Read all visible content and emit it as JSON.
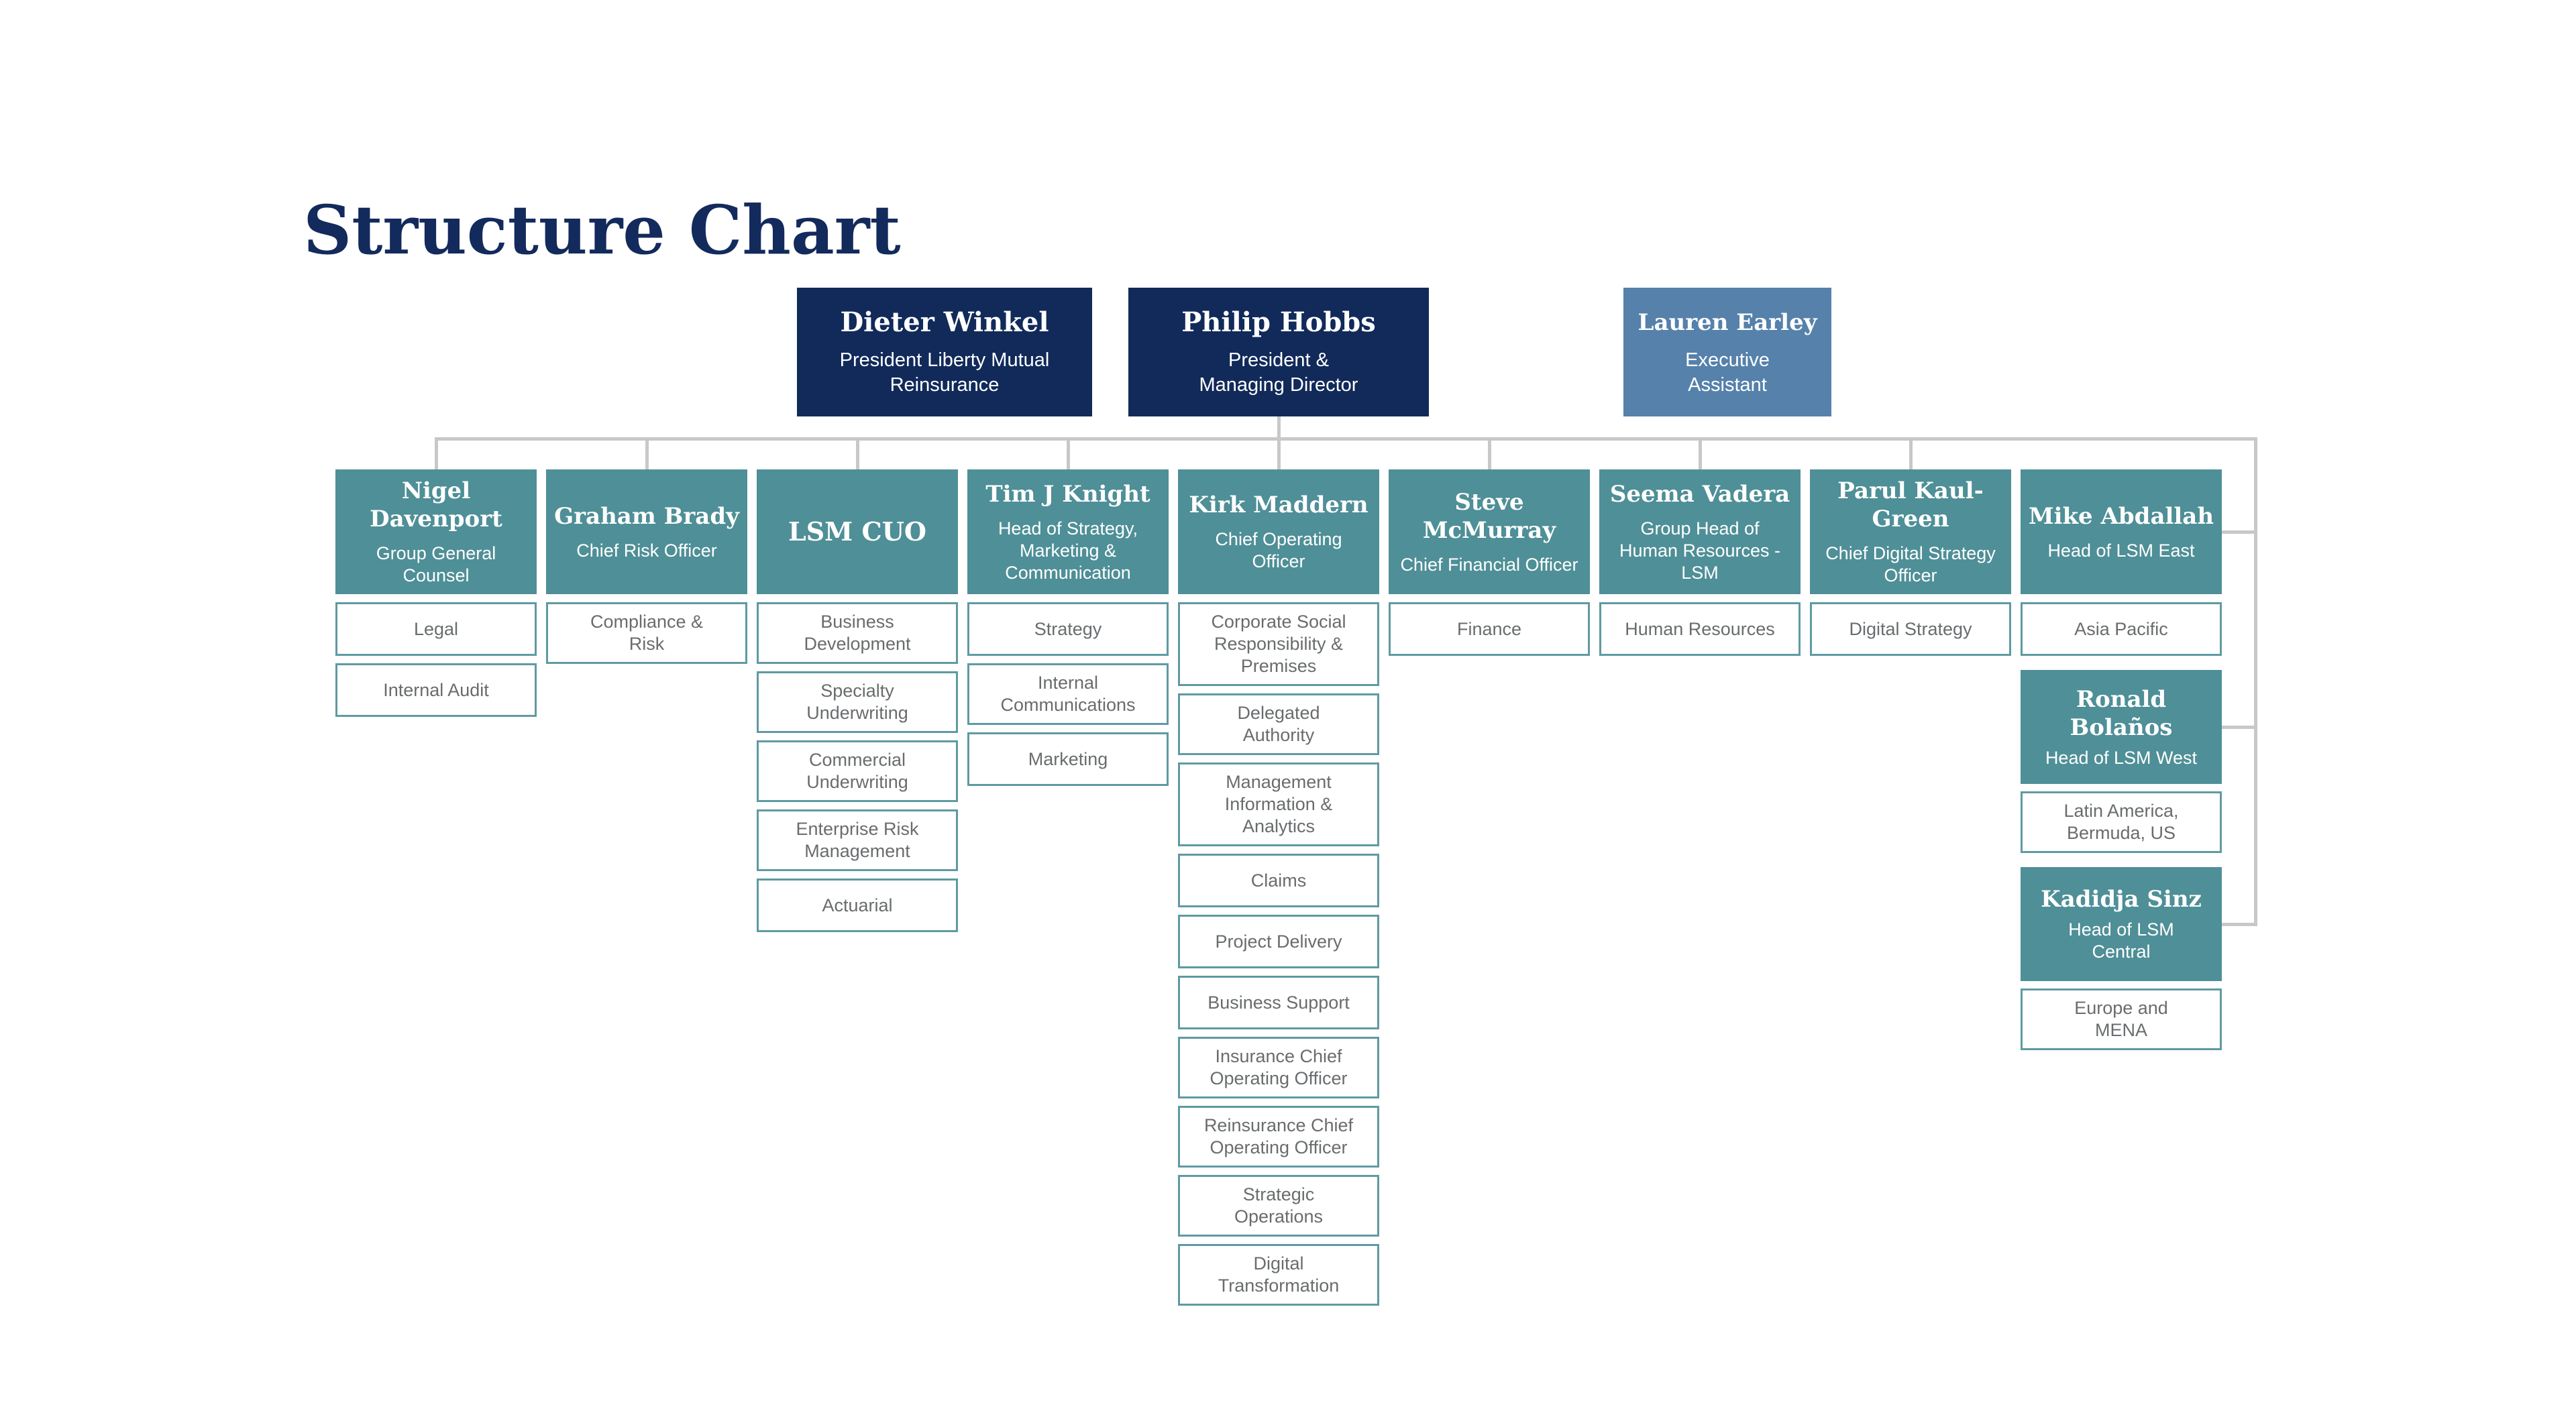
{
  "title": "Structure Chart",
  "colors": {
    "title_navy": "#132a5c",
    "navy": "#112a5a",
    "steel": "#5581ab",
    "teal": "#4f8f97",
    "box_border": "#5f9aa2",
    "text_gray": "#696c6e",
    "connector": "#c8c8c8"
  },
  "top_row": [
    {
      "name": "Dieter Winkel",
      "role": "President Liberty Mutual Reinsurance",
      "variant": "navy"
    },
    {
      "name": "Philip Hobbs",
      "role": "President & Managing Director",
      "variant": "navy"
    },
    {
      "name": "Lauren Earley",
      "role": "Executive Assistant",
      "variant": "steel"
    }
  ],
  "columns": [
    {
      "head": {
        "name": "Nigel Davenport",
        "role": "Group General Counsel"
      },
      "items": [
        "Legal",
        "Internal Audit"
      ]
    },
    {
      "head": {
        "name": "Graham Brady",
        "role": "Chief Risk Officer"
      },
      "items": [
        "Compliance & Risk"
      ]
    },
    {
      "head": {
        "name": "LSM CUO",
        "role": ""
      },
      "items": [
        "Business Development",
        "Specialty Underwriting",
        "Commercial Underwriting",
        "Enterprise Risk Management",
        "Actuarial"
      ]
    },
    {
      "head": {
        "name": "Tim J Knight",
        "role": "Head of Strategy, Marketing & Communication"
      },
      "items": [
        "Strategy",
        "Internal Communications",
        "Marketing"
      ]
    },
    {
      "head": {
        "name": "Kirk Maddern",
        "role": "Chief Operating Officer"
      },
      "items": [
        "Corporate Social Responsibility & Premises",
        "Delegated Authority",
        "Management Information & Analytics",
        "Claims",
        "Project Delivery",
        "Business Support",
        "Insurance Chief Operating Officer",
        "Reinsurance Chief Operating Officer",
        "Strategic Operations",
        "Digital Transformation"
      ]
    },
    {
      "head": {
        "name": "Steve McMurray",
        "role": "Chief Financial Officer"
      },
      "items": [
        "Finance"
      ]
    },
    {
      "head": {
        "name": "Seema Vadera",
        "role": "Group Head of Human Resources - LSM"
      },
      "items": [
        "Human Resources"
      ]
    },
    {
      "head": {
        "name": "Parul Kaul-Green",
        "role": "Chief Digital Strategy Officer"
      },
      "items": [
        "Digital Strategy"
      ]
    },
    {
      "head": {
        "name": "Mike Abdallah",
        "role": "Head of LSM East"
      },
      "items": [
        "Asia Pacific"
      ],
      "extra": [
        {
          "head": {
            "name": "Ronald Bolaños",
            "role": "Head of LSM West"
          },
          "items": [
            "Latin America, Bermuda, US"
          ]
        },
        {
          "head": {
            "name": "Kadidja Sinz",
            "role": "Head of LSM Central"
          },
          "items": [
            "Europe and MENA"
          ]
        }
      ]
    }
  ]
}
